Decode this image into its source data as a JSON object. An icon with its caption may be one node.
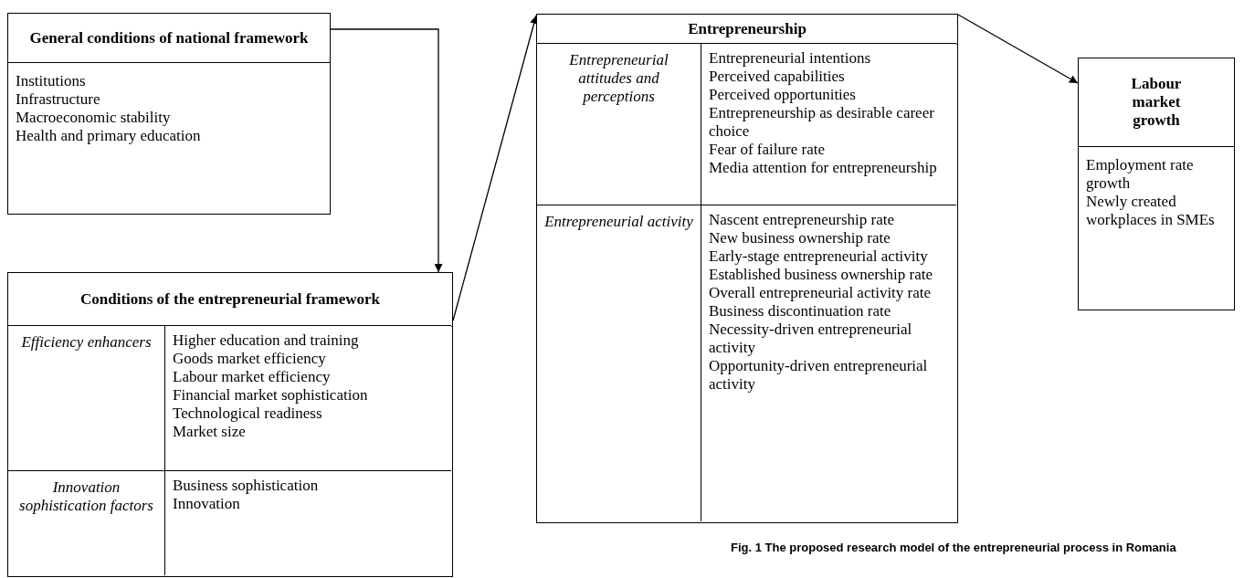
{
  "diagram": {
    "caption": "Fig. 1 The proposed research model of the entrepreneurial process in Romania",
    "nodes": [
      {
        "text": [
          "General conditions of national framework",
          "Institutions",
          "Infrastructure",
          "Macroeconomic stability",
          "Health and primary education"
        ]
      },
      {
        "text": [
          "Conditions of the entrepreneurial framework"
        ]
      },
      {
        "text": [
          "Efficiency enhancers"
        ],
        "in": 1
      },
      {
        "text": [
          "Higher education and training",
          "Goods market efficiency",
          "Labour market efficiency",
          "Financial market sophistication",
          "Technological readiness",
          "Market size"
        ],
        "in": 1
      },
      {
        "text": [
          "Innovation sophistication factors"
        ],
        "in": 1
      },
      {
        "text": [
          "Business sophistication",
          "Innovation"
        ],
        "in": 1
      },
      {
        "text": [
          "Entrepreneurship"
        ]
      },
      {
        "text": [
          "Entrepreneurial attitudes and perceptions"
        ],
        "in": 6
      },
      {
        "text": [
          "Entrepreneurial intentions",
          "Perceived capabilities",
          "Perceived opportunities",
          "Entrepreneurship as desirable career choice",
          "Fear of failure rate",
          "Media attention for entrepreneurship"
        ],
        "in": 6
      },
      {
        "text": [
          "Entrepreneurial activity"
        ],
        "in": 6
      },
      {
        "text": [
          "Nascent entrepreneurship rate",
          "New business ownership rate",
          "Early-stage entrepreneurial activity",
          "Established business ownership rate",
          "Overall entrepreneurial activity rate",
          "Business discontinuation rate",
          "Necessity-driven entrepreneurial activity",
          "Opportunity-driven entrepreneurial activity"
        ],
        "in": 6
      },
      {
        "text": [
          "Labour market growth",
          "Employment rate growth",
          "Newly created workplaces in SMEs"
        ]
      }
    ],
    "edges": [
      {
        "from": 0,
        "to": 1,
        "arrow": "to"
      },
      {
        "from": 1,
        "to": 6,
        "arrow": "to"
      },
      {
        "from": 6,
        "to": 11,
        "arrow": "to"
      }
    ]
  }
}
